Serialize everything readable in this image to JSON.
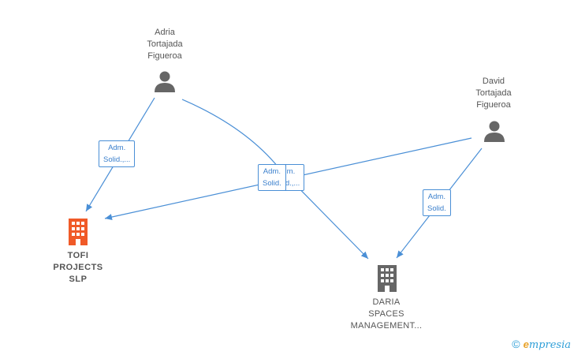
{
  "nodes": {
    "adria": {
      "label": "Adria\nTortajada\nFigueroa",
      "icon": "person-icon",
      "color": "#666666"
    },
    "david": {
      "label": "David\nTortajada\nFigueroa",
      "icon": "person-icon",
      "color": "#666666"
    },
    "tofi": {
      "label": "TOFI\nPROJECTS\nSLP",
      "icon": "building-icon",
      "color": "#f05a28"
    },
    "daria": {
      "label": "DARIA\nSPACES\nMANAGEMENT...",
      "icon": "building-icon",
      "color": "#666666"
    }
  },
  "edges": [
    {
      "from": "adria",
      "to": "tofi",
      "label": "Adm.\nSolid.,..."
    },
    {
      "from": "adria",
      "to": "daria",
      "label": "Adm.\nSolid.,..."
    },
    {
      "from": "david",
      "to": "tofi",
      "label": "Adm.\nSolid."
    },
    {
      "from": "david",
      "to": "daria",
      "label": "Adm.\nSolid."
    }
  ],
  "edge_color": "#4a8fd6",
  "watermark": {
    "copyright": "©",
    "brand_initial": "e",
    "brand_rest": "mpresia"
  }
}
